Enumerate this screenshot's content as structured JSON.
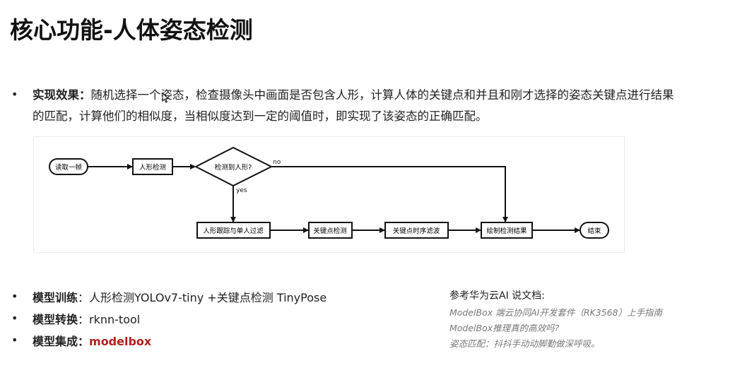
{
  "slide": {
    "title": "核心功能-人体姿态检测"
  },
  "intro": {
    "bullet": "•",
    "label": "实现效果：",
    "text_line1": "随机选择一个姿态，检查摄像头中画面是否包含人形，计算人体的关键点和并且和刚才选择的姿态关键点进行结果",
    "text_line2": "的匹配，计算他们的相似度，当相似度达到一定的阈值时，即实现了该姿态的正确匹配。"
  },
  "flowchart": {
    "nodes": {
      "read_frame": "读取一帧",
      "person_detect": "人形检测",
      "decision": "检测到人形?",
      "tracking": "人形跟踪与单人过滤",
      "keypoint_detect": "关键点检测",
      "keypoint_filter": "关键点时序滤波",
      "draw_result": "绘制检测结果",
      "end": "结束"
    },
    "edge_labels": {
      "no": "no",
      "yes": "yes"
    }
  },
  "details": [
    {
      "bullet": "•",
      "key": "模型训练",
      "sep": "：",
      "value": "人形检测YOLOv7-tiny +关键点检测 TinyPose"
    },
    {
      "bullet": "•",
      "key": "模型转换",
      "sep": "：",
      "value": "rknn-tool"
    },
    {
      "bullet": "•",
      "key": "模型集成：",
      "sep": "",
      "value": "modelbox"
    }
  ],
  "reference": {
    "title": "参考华为云AI 说文档:",
    "lines": [
      "ModelBox 端云协同AI开发套件（RK3568）上手指南",
      "ModelBox推理真的高效吗?",
      "姿态匹配：抖抖手动动脚勤做深呼吸。"
    ]
  },
  "colors": {
    "accent_red": "#b0221e",
    "text": "#222222",
    "reference_text": "#777777"
  }
}
